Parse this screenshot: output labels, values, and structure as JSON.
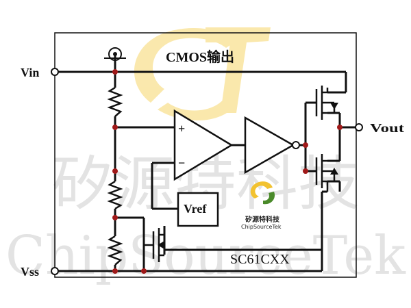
{
  "diagram": {
    "title": "CMOS输出",
    "pins": {
      "vin": "Vin",
      "vss": "Vss",
      "vout": "Vout"
    },
    "comparator_plus": "+",
    "comparator_minus": "−",
    "vref": "Vref",
    "part_number": "SC61CXX"
  },
  "watermark": {
    "cn_text": "矽源特科技",
    "en_text": "ChipSourceTek",
    "logo_cn": "矽源特科技",
    "logo_en": "ChipSourceTek"
  },
  "colors": {
    "wire": "#111111",
    "node": "#a01919",
    "logo_gold": "#f2c230",
    "watermark": "#e3e3e3",
    "logo_green": "#4a8a2a"
  }
}
